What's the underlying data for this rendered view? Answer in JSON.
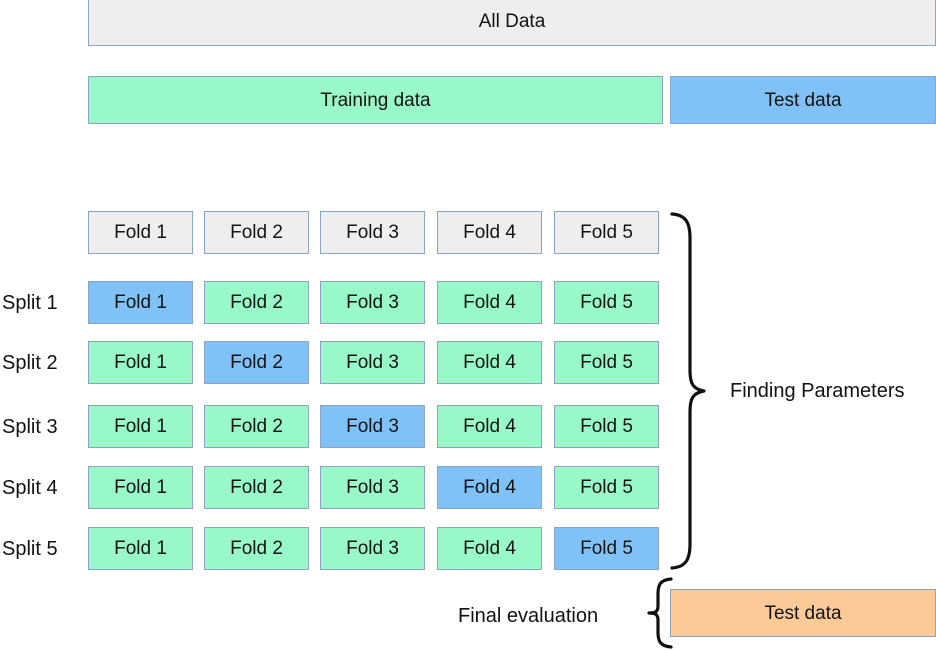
{
  "diagram": {
    "title_boxes": {
      "all_data": {
        "label": "All Data",
        "color": "#eeeeee"
      },
      "training_data": {
        "label": "Training data",
        "color": "#99f8c8"
      },
      "test_data": {
        "label": "Test data",
        "color": "#80c2f7"
      }
    },
    "fold_header": {
      "folds": [
        "Fold 1",
        "Fold 2",
        "Fold 3",
        "Fold 4",
        "Fold 5"
      ],
      "color": "#eeeeee"
    },
    "splits": [
      {
        "label": "Split 1",
        "cells": [
          {
            "label": "Fold 1",
            "role": "validation"
          },
          {
            "label": "Fold 2",
            "role": "train"
          },
          {
            "label": "Fold 3",
            "role": "train"
          },
          {
            "label": "Fold 4",
            "role": "train"
          },
          {
            "label": "Fold 5",
            "role": "train"
          }
        ]
      },
      {
        "label": "Split 2",
        "cells": [
          {
            "label": "Fold 1",
            "role": "train"
          },
          {
            "label": "Fold 2",
            "role": "validation"
          },
          {
            "label": "Fold 3",
            "role": "train"
          },
          {
            "label": "Fold 4",
            "role": "train"
          },
          {
            "label": "Fold 5",
            "role": "train"
          }
        ]
      },
      {
        "label": "Split 3",
        "cells": [
          {
            "label": "Fold 1",
            "role": "train"
          },
          {
            "label": "Fold 2",
            "role": "train"
          },
          {
            "label": "Fold 3",
            "role": "validation"
          },
          {
            "label": "Fold 4",
            "role": "train"
          },
          {
            "label": "Fold 5",
            "role": "train"
          }
        ]
      },
      {
        "label": "Split 4",
        "cells": [
          {
            "label": "Fold 1",
            "role": "train"
          },
          {
            "label": "Fold 2",
            "role": "train"
          },
          {
            "label": "Fold 3",
            "role": "train"
          },
          {
            "label": "Fold 4",
            "role": "validation"
          },
          {
            "label": "Fold 5",
            "role": "train"
          }
        ]
      },
      {
        "label": "Split 5",
        "cells": [
          {
            "label": "Fold 1",
            "role": "train"
          },
          {
            "label": "Fold 2",
            "role": "train"
          },
          {
            "label": "Fold 3",
            "role": "train"
          },
          {
            "label": "Fold 4",
            "role": "train"
          },
          {
            "label": "Fold 5",
            "role": "validation"
          }
        ]
      }
    ],
    "annotations": {
      "finding_parameters": "Finding Parameters",
      "final_evaluation": "Final evaluation",
      "final_test_box": {
        "label": "Test data",
        "color": "#fcca97"
      }
    },
    "colors": {
      "train": "#99f8c8",
      "validation": "#80c2f7",
      "neutral": "#eeeeee",
      "final_test": "#fcca97",
      "border": "#8ba4c4",
      "brace": "#111111"
    }
  }
}
